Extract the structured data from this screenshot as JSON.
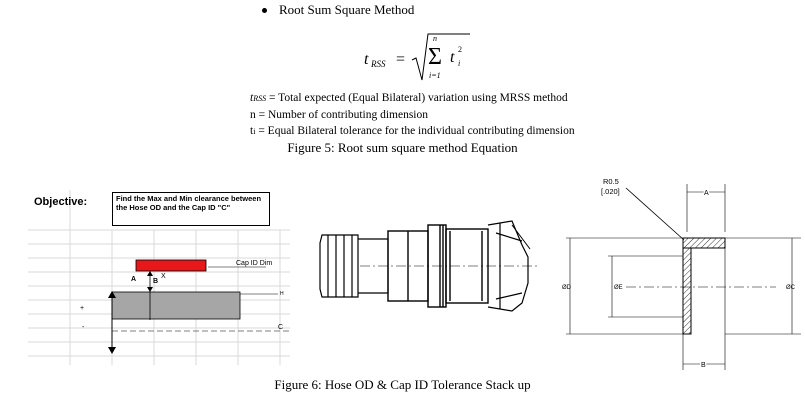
{
  "method": {
    "bullet": "Root Sum Square Method"
  },
  "formula": {
    "lhs": "t",
    "lhs_sub": "RSS",
    "sum_top": "n",
    "sum_bottom": "i=1",
    "term": "t",
    "term_sub": "i",
    "term_exp": "2"
  },
  "definitions": {
    "trss_sym": "t",
    "trss_sub": "RSS",
    "trss_text": " = Total expected (Equal Bilateral) variation using MRSS method",
    "n_text": "n = Number of contributing dimension",
    "ti_sym": "t",
    "ti_sub": "i",
    "ti_text": " = Equal Bilateral tolerance for the individual contributing dimension"
  },
  "figure5_caption": "Figure 5: Root sum square method Equation",
  "figure6_caption": "Figure 6: Hose OD & Cap ID Tolerance Stack up",
  "sheet": {
    "objective_label": "Objective:",
    "objective_text": "Find the Max and Min clearance between  the Hose OD and the Cap ID \"C\"",
    "cap_id_label": "Cap ID Dim",
    "label_a": "A",
    "label_b": "B",
    "label_x": "X",
    "label_h": "H",
    "label_c": "C",
    "plus": "+",
    "minus": "-",
    "red_color": "#e8171a",
    "gray_color": "#a6a6a6"
  },
  "cap": {
    "radius_label": "R0.5",
    "radius_inch": "[.020]",
    "dim_a": "A",
    "dim_b": "B",
    "dim_d": "ØD",
    "dim_e": "ØE",
    "dim_c": "ØC"
  }
}
